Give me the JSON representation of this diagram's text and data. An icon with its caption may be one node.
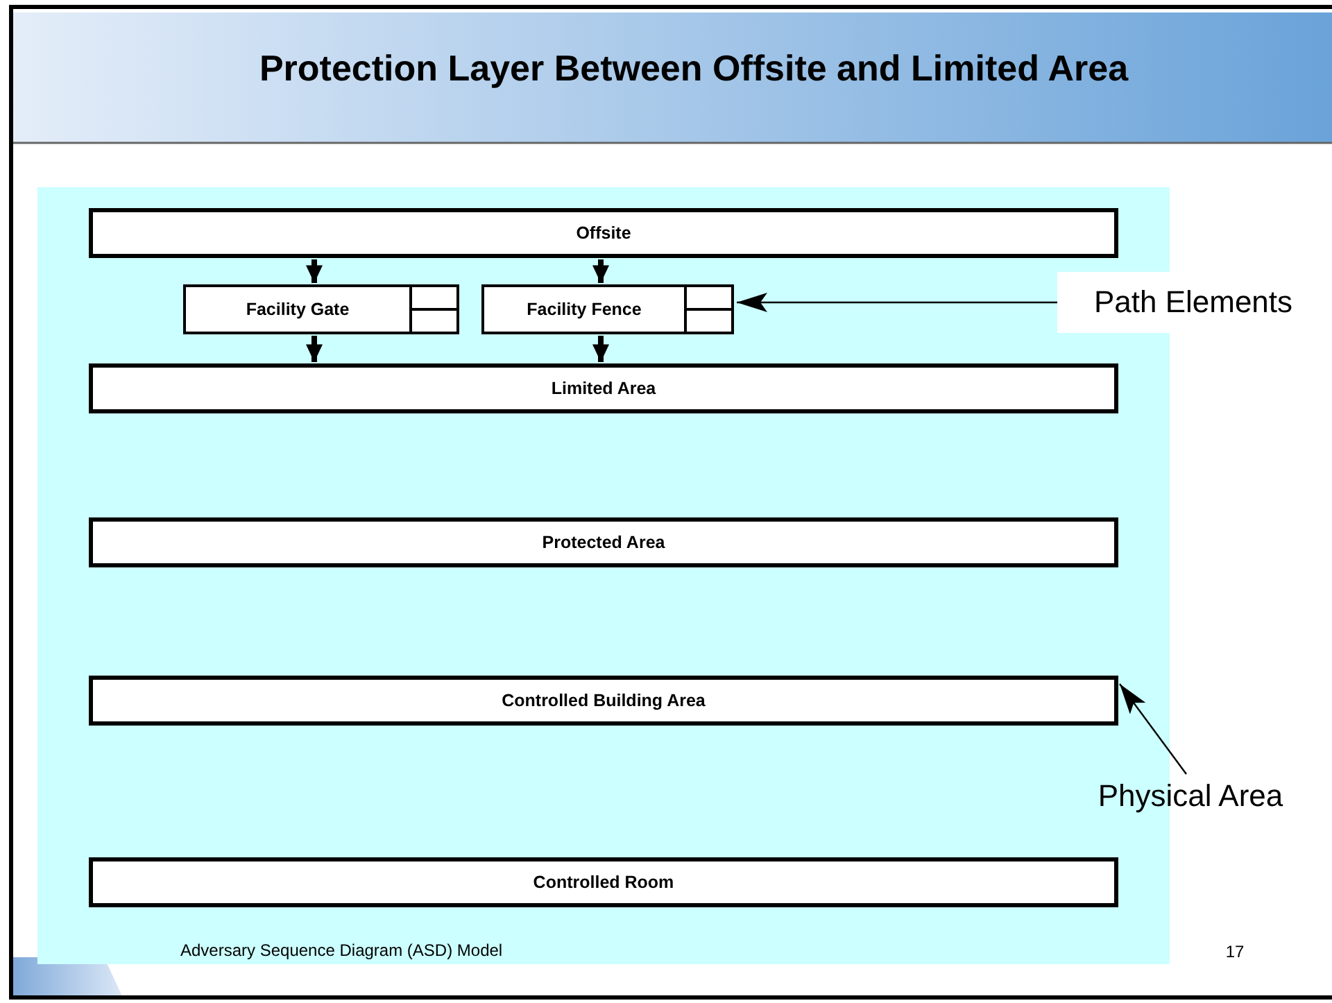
{
  "diagram": {
    "title": "Protection Layer Between Offsite and Limited Area",
    "nodes": [
      {
        "text": [
          "Offsite"
        ]
      },
      {
        "text": [
          "Facility Gate"
        ]
      },
      {
        "text": [
          "Facility Fence"
        ]
      },
      {
        "text": [
          "Limited Area"
        ]
      },
      {
        "text": [
          "Protected Area"
        ]
      },
      {
        "text": [
          "Controlled Building Area"
        ]
      },
      {
        "text": [
          "Controlled Room"
        ]
      },
      {
        "text": [
          "Path Elements"
        ]
      },
      {
        "text": [
          "Physical Area"
        ]
      }
    ],
    "edges": [
      {
        "from": 0,
        "to": 1,
        "arrow": "to"
      },
      {
        "from": 0,
        "to": 2,
        "arrow": "to"
      },
      {
        "from": 1,
        "to": 3,
        "arrow": "to"
      },
      {
        "from": 2,
        "to": 3,
        "arrow": "to"
      },
      {
        "from": 7,
        "to": 2,
        "arrow": "to"
      },
      {
        "from": 8,
        "to": 5,
        "arrow": "to"
      }
    ],
    "labels": [
      "Adversary Sequence Diagram (ASD) Model",
      "17"
    ]
  }
}
